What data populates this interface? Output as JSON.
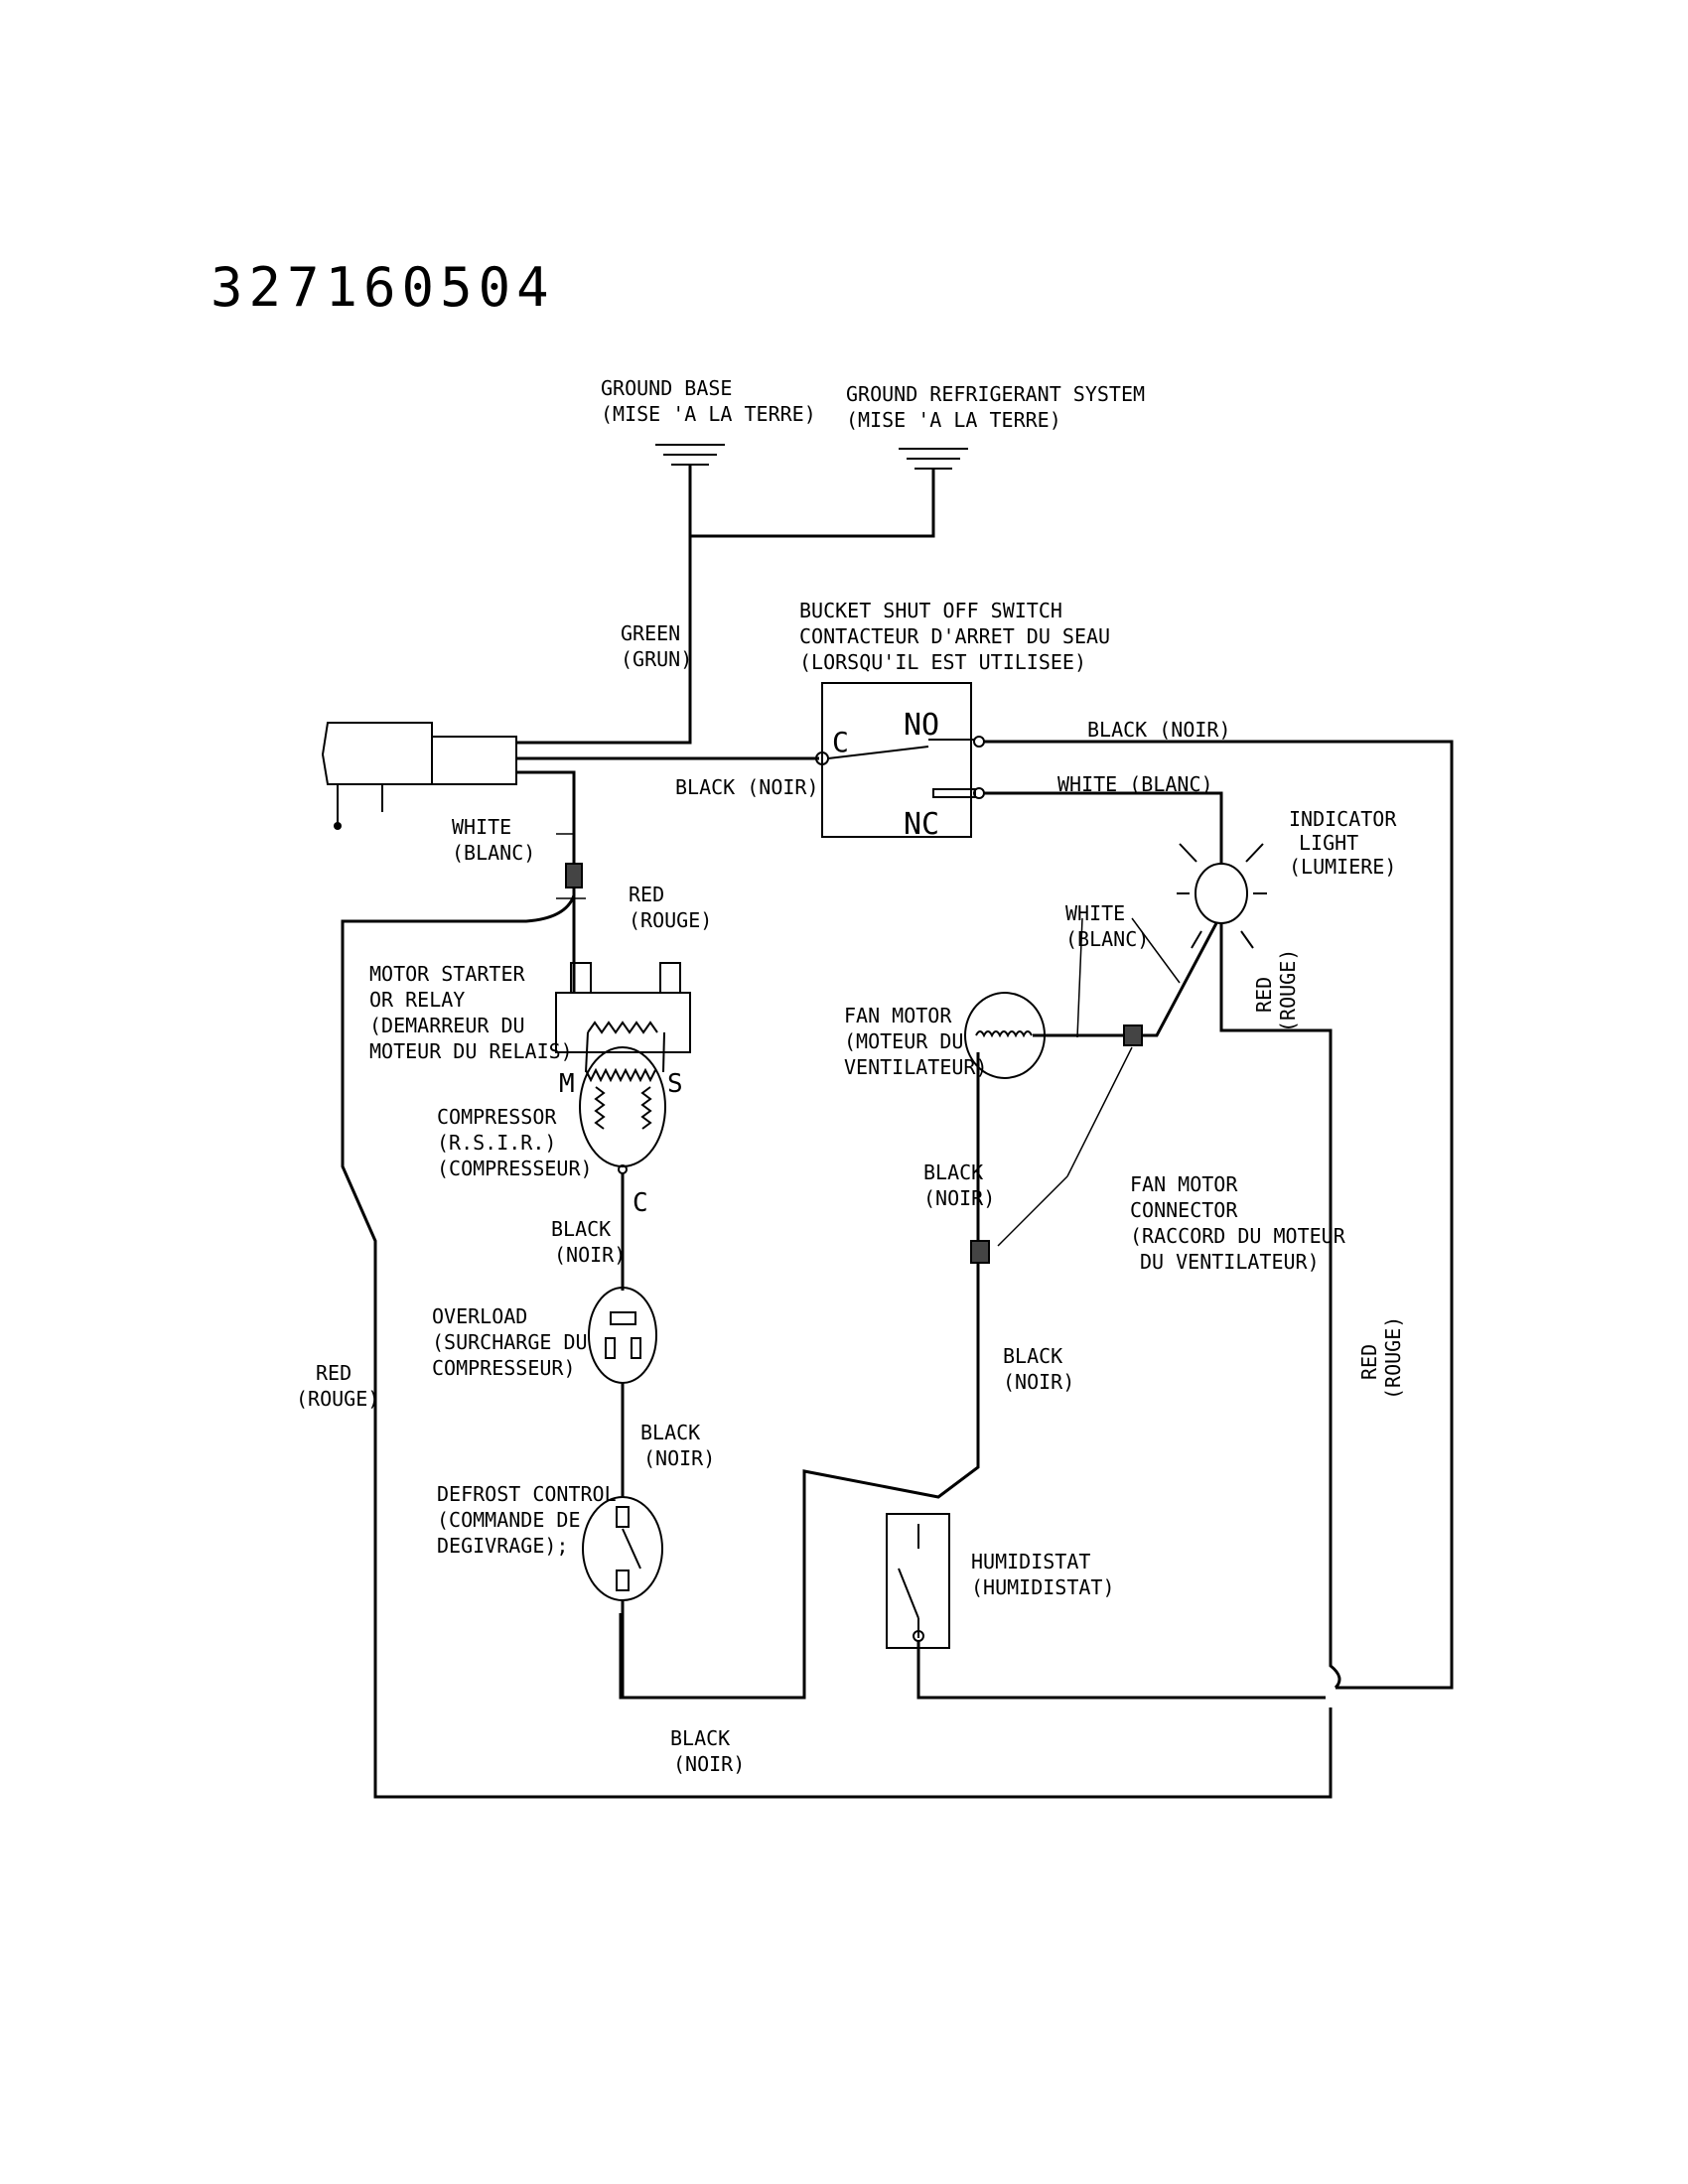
{
  "part_number": "327160504",
  "labels": {
    "ground_base": [
      "GROUND BASE",
      "(MISE 'A LA TERRE)"
    ],
    "ground_refrigerant": [
      "GROUND REFRIGERANT SYSTEM",
      "(MISE 'A LA TERRE)"
    ],
    "green": [
      "GREEN",
      "(GRUN)"
    ],
    "bucket_switch": [
      "BUCKET SHUT OFF SWITCH",
      "CONTACTEUR D'ARRET DU SEAU",
      "(LORSQU'IL EST UTILISEE)"
    ],
    "switch_c": "C",
    "switch_no": "NO",
    "switch_nc": "NC",
    "black_noir_top": "BLACK (NOIR)",
    "black_noir_switch": "BLACK (NOIR)",
    "white_blanc_switch": "WHITE (BLANC)",
    "white_plug": [
      "WHITE",
      "(BLANC)"
    ],
    "red_plug": [
      "RED",
      "(ROUGE)"
    ],
    "indicator_light": [
      "INDICATOR",
      "LIGHT",
      "(LUMIERE)"
    ],
    "red_light": [
      "RED",
      "(ROUGE)"
    ],
    "motor_starter": [
      "MOTOR STARTER",
      "OR RELAY",
      "(DEMARREUR DU",
      "MOTEUR DU RELAIS)"
    ],
    "relay_m": "M",
    "relay_s": "S",
    "compressor": [
      "COMPRESSOR",
      "(R.S.I.R.)",
      "(COMPRESSEUR)"
    ],
    "compressor_c": "C",
    "white_fan": [
      "WHITE",
      "(BLANC)"
    ],
    "fan_motor": [
      "FAN MOTOR",
      "(MOTEUR DU",
      "VENTILATEUR)"
    ],
    "black_fan": [
      "BLACK",
      "(NOIR)"
    ],
    "fan_connector": [
      "FAN MOTOR",
      "CONNECTOR",
      "(RACCORD DU MOTEUR",
      "DU VENTILATEUR)"
    ],
    "black_comp": [
      "BLACK",
      "(NOIR)"
    ],
    "overload": [
      "OVERLOAD",
      "(SURCHARGE DU",
      "COMPRESSEUR)"
    ],
    "black_overload": [
      "BLACK",
      "(NOIR)"
    ],
    "black_humid": [
      "BLACK",
      "(NOIR)"
    ],
    "red_left": [
      "RED",
      "(ROUGE)"
    ],
    "red_right": [
      "RED",
      "(ROUGE)"
    ],
    "defrost": [
      "DEFROST CONTROL",
      "(COMMANDE DE",
      "DEGIVRAGE);"
    ],
    "humidistat": [
      "HUMIDISTAT",
      "(HUMIDISTAT)"
    ],
    "black_bottom": [
      "BLACK",
      "(NOIR)"
    ]
  }
}
